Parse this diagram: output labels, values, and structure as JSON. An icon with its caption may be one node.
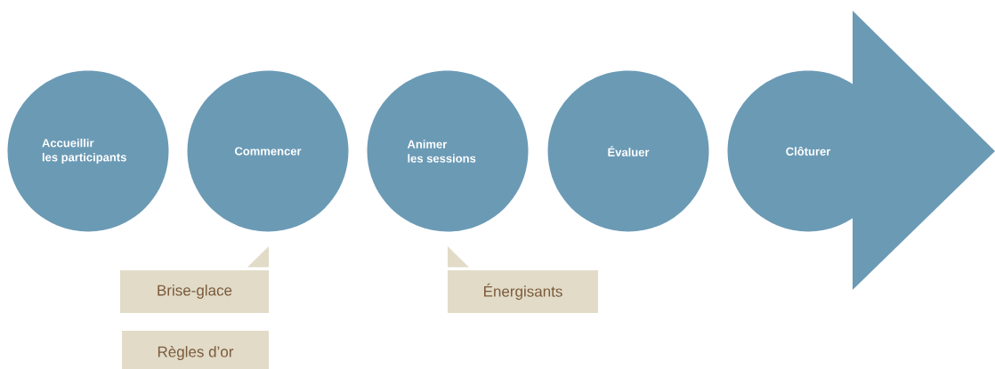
{
  "diagram": {
    "nodes": [
      {
        "text": [
          "Accueillir les participants"
        ]
      },
      {
        "text": [
          "Commencer"
        ]
      },
      {
        "text": [
          "Animer les sessions"
        ]
      },
      {
        "text": [
          "Évaluer"
        ]
      },
      {
        "text": [
          "Clôturer"
        ]
      },
      {
        "text": [
          "Brise-glace"
        ]
      },
      {
        "text": [
          "Énergisants"
        ]
      },
      {
        "text": [
          "Règles d’or"
        ]
      }
    ]
  }
}
